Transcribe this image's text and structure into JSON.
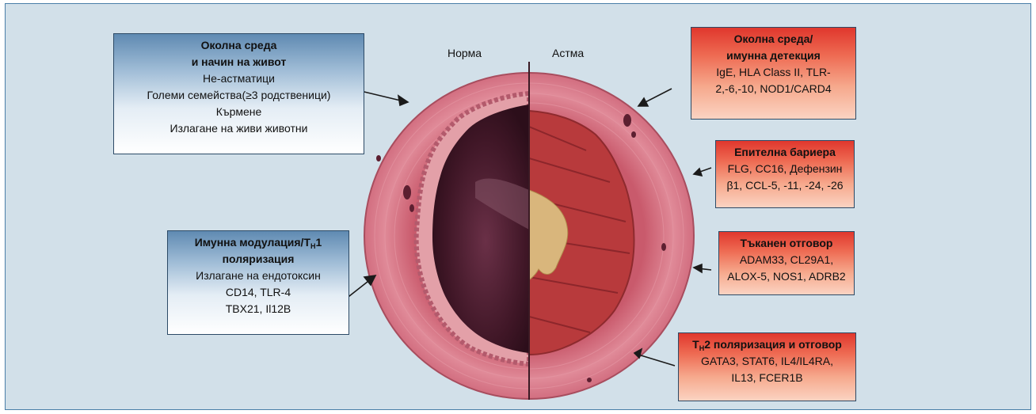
{
  "labels": {
    "normal": "Норма",
    "asthma": "Астма"
  },
  "boxes": {
    "env_lifestyle": {
      "title1": "Околна среда",
      "title2": "и начин на живот",
      "lines": [
        "Не-астматици",
        "Големи семейства(≥3 родственици)",
        "Кърмене",
        "Излагане на живи животни"
      ]
    },
    "immune_mod": {
      "title_pre": "Имунна модулация/Т",
      "title_sub": "H",
      "title_post": "1",
      "title2": "поляризация",
      "lines": [
        "Излагане на ендотоксин",
        "CD14, TLR-4",
        "TBX21, Il12B"
      ]
    },
    "env_detect": {
      "title1": "Околна среда/",
      "title2": "имунна детекция",
      "lines": [
        "IgE, HLA Class II, TLR-",
        "2,-6,-10, NOD1/CARD4"
      ]
    },
    "epithelial": {
      "title1": "Епителна бариера",
      "lines": [
        "FLG, CC16, Дефензин",
        "β1, CCL-5, -11, -24, -26"
      ]
    },
    "tissue": {
      "title1": "Тъканен отговор",
      "lines": [
        "ADAM33, CL29A1,",
        "ALOX-5, NOS1, ADRB2"
      ]
    },
    "th2": {
      "title_pre": "Т",
      "title_sub": "H",
      "title_post": "2 поляризация и отговор",
      "lines": [
        "GATA3, STAT6, IL4/IL4RA,",
        "IL13, FCER1B"
      ]
    }
  },
  "colors": {
    "panel_bg": "#d2e0e9",
    "blue_box_top": "#5f8ab2",
    "red_box_top": "#e0372d",
    "airway_wall": "#d36a7a",
    "normal_lumen": "#4a1c2e",
    "asthma_mucus": "#d9b67c"
  }
}
